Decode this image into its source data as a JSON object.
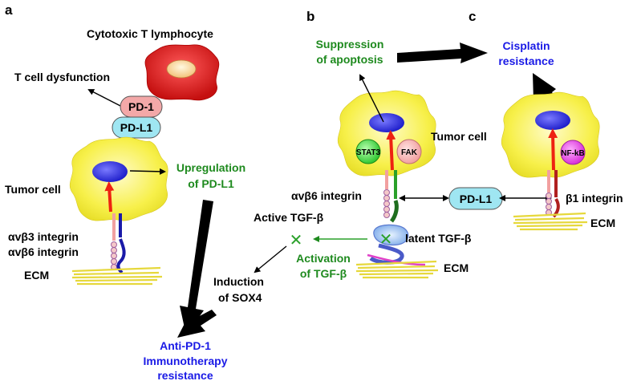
{
  "panels": {
    "a": "a",
    "b": "b",
    "c": "c"
  },
  "panel_a": {
    "ctl": "Cytotoxic T lymphocyte",
    "tcell_dysfunction": "T cell dysfunction",
    "pd1": "PD-1",
    "pdl1": "PD-L1",
    "upreg_line1": "Upregulation",
    "upreg_line2": "of PD-L1",
    "tumor_cell": "Tumor cell",
    "integrin_avb3": "αvβ3 integrin",
    "integrin_avb6": "αvβ6 integrin",
    "ecm": "ECM",
    "sox4_line1": "Induction",
    "sox4_line2": "of SOX4",
    "anti_line1": "Anti-PD-1",
    "anti_line2": "Immunotherapy",
    "anti_line3": "resistance"
  },
  "panel_b": {
    "suppression_line1": "Suppression",
    "suppression_line2": "of apoptosis",
    "tumor_cell": "Tumor cell",
    "stat3": "STAT3",
    "fak": "FAK",
    "integrin_avb6": "αvβ6 integrin",
    "pdl1": "PD-L1",
    "active_tgfb": "Active TGF-β",
    "latent_tgfb": "latent TGF-β",
    "activation_line1": "Activation",
    "activation_line2": "of TGF-β",
    "ecm": "ECM"
  },
  "panel_c": {
    "cisplatin_line1": "Cisplatin",
    "cisplatin_line2": "resistance",
    "nfkb": "NF-kB",
    "integrin_b1": "β1 integrin",
    "ecm": "ECM"
  },
  "colors": {
    "green_text": "#1e8a1e",
    "blue_text": "#1a1ae6",
    "cell_yellow": "#f7f04a",
    "nucleus_blue": "#2a2ad8",
    "red_arrow": "#ee2211",
    "pd1_pink": "#f3a8a8",
    "pdl1_cyan": "#9fe6f2"
  }
}
